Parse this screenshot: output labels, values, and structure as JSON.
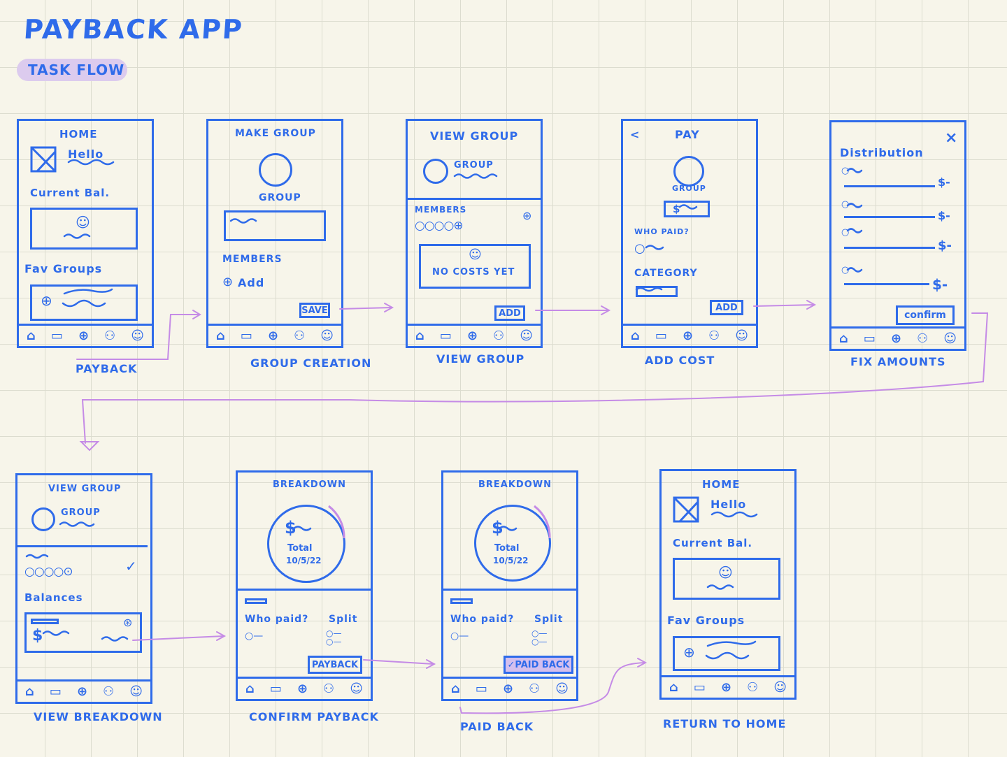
{
  "title": "PAYBACK APP",
  "tag": "TASK FLOW",
  "colors": {
    "ink": "#2f6bea",
    "arrow": "#c58be6",
    "tag": "#dccbee",
    "paper": "#f7f5ea"
  },
  "nav_icons": [
    "home-icon",
    "card-icon",
    "plus-icon",
    "people-icon",
    "smiley-icon"
  ],
  "screens": {
    "s1": {
      "heading": "HOME",
      "greeting": "Hello",
      "balance_label": "Current Bal.",
      "fav_label": "Fav Groups",
      "caption": "PAYBACK"
    },
    "s2": {
      "heading": "MAKE GROUP",
      "group_label": "GROUP",
      "members_label": "MEMBERS",
      "add_label": "Add",
      "save": "SAVE",
      "caption": "GROUP CREATION"
    },
    "s3": {
      "heading": "VIEW GROUP",
      "group_label": "GROUP",
      "members_label": "MEMBERS",
      "empty_text": "NO COSTS YET",
      "add": "ADD",
      "caption": "VIEW GROUP"
    },
    "s4": {
      "back": "<",
      "heading": "PAY",
      "group_label": "GROUP",
      "amount": "$",
      "who_paid": "WHO PAID?",
      "category": "CATEGORY",
      "add": "ADD",
      "caption": "ADD COST"
    },
    "s5": {
      "heading": "Distribution",
      "close": "×",
      "dollar": "$-",
      "confirm": "confirm",
      "caption": "FIX AMOUNTS"
    },
    "s6": {
      "heading": "VIEW GROUP",
      "group_label": "GROUP",
      "balances": "Balances",
      "dollar": "$",
      "caption": "VIEW BREAKDOWN"
    },
    "s7": {
      "heading": "BREAKDOWN",
      "total_amount": "$",
      "total_label": "Total",
      "date": "10/5/22",
      "who_paid": "Who paid?",
      "split": "Split",
      "payback": "PAYBACK",
      "caption": "CONFIRM PAYBACK"
    },
    "s8": {
      "heading": "BREAKDOWN",
      "total_amount": "$",
      "total_label": "Total",
      "date": "10/5/22",
      "who_paid": "Who paid?",
      "split": "Split",
      "paid_back": "✓PAID BACK",
      "caption": "PAID BACK"
    },
    "s9": {
      "heading": "HOME",
      "greeting": "Hello",
      "balance_label": "Current Bal.",
      "fav_label": "Fav Groups",
      "caption": "RETURN TO HOME"
    }
  }
}
